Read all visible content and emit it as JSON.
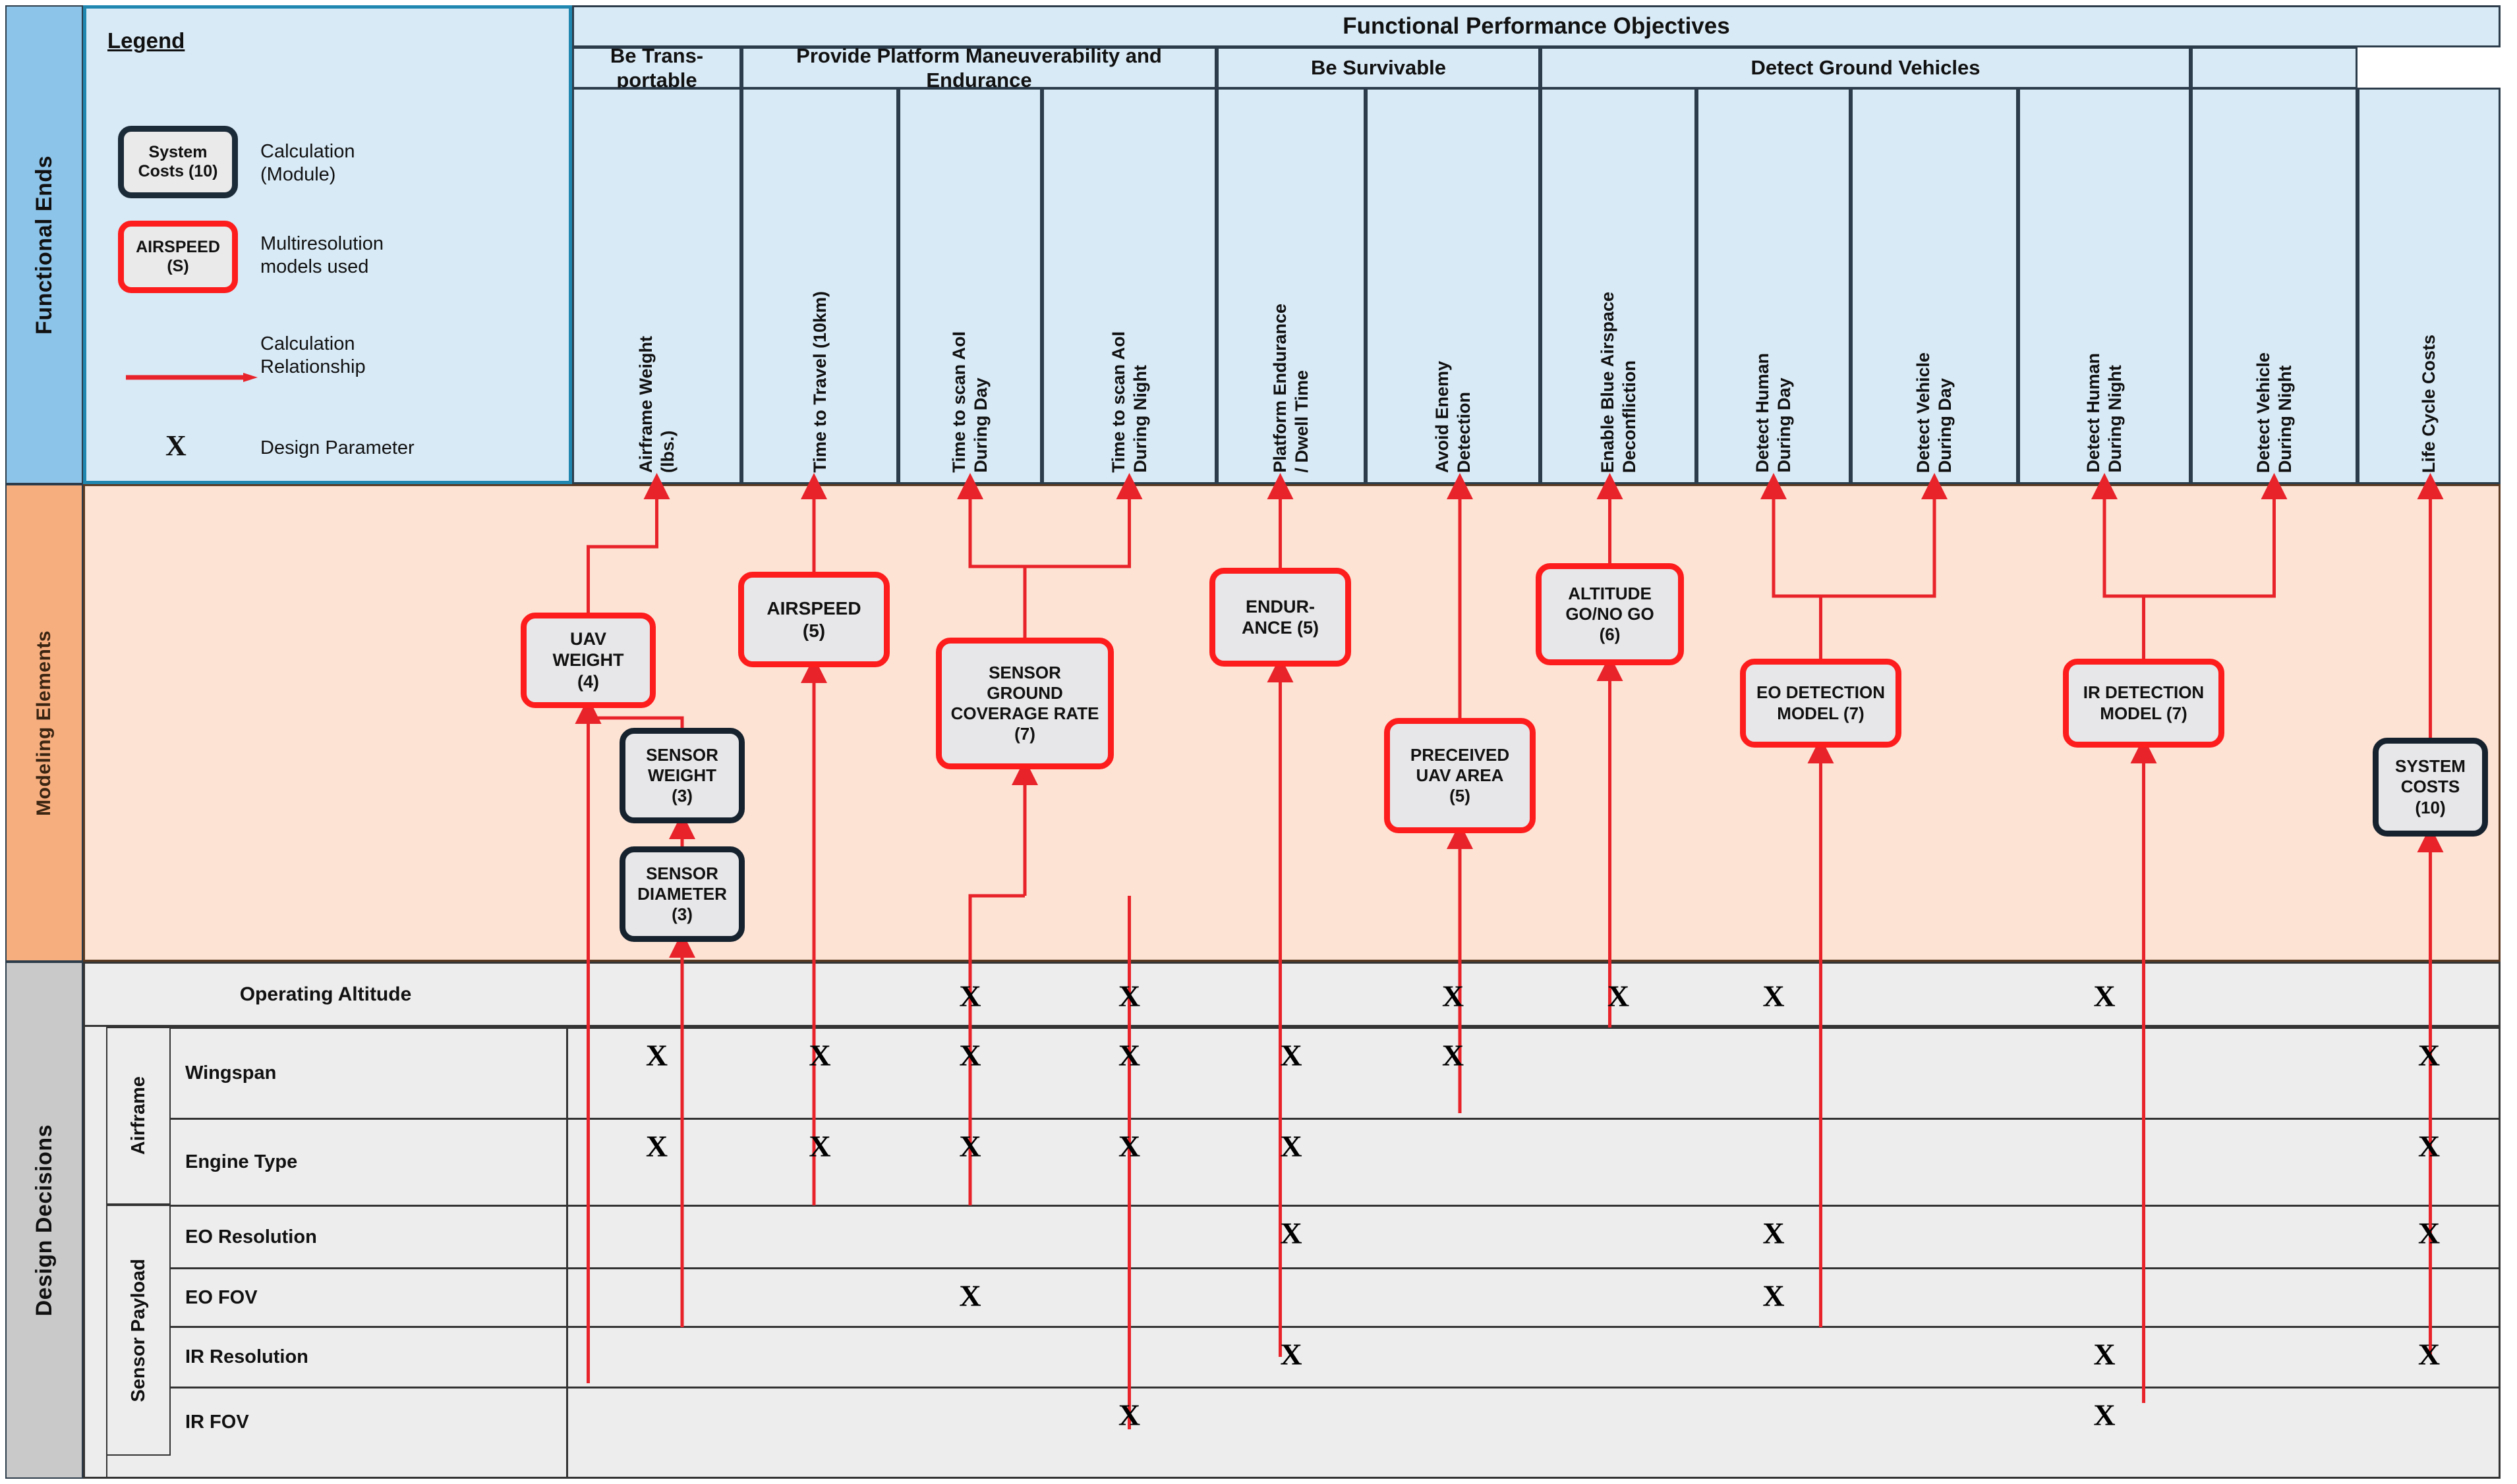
{
  "bands": {
    "functional_ends": "Functional Ends",
    "modeling_elements": "Modeling Elements",
    "design_decisions": "Design Decisions"
  },
  "legend": {
    "title": "Legend",
    "module_box": "System\nCosts (10)",
    "module_label": "Calculation\n(Module)",
    "multires_box": "AIRSPEED\n(S)",
    "multires_label": "Multiresolution\nmodels used",
    "arrow_label": "Calculation\nRelationship",
    "param_symbol": "X",
    "param_label": "Design Parameter"
  },
  "header": {
    "title": "Functional Performance Objectives",
    "groups": [
      {
        "label": "Be Trans-\nportable",
        "span": 1
      },
      {
        "label": "Provide Platform Maneuverability and\nEndurance",
        "span": 3
      },
      {
        "label": "Be Survivable",
        "span": 2
      },
      {
        "label": "Detect Ground Vehicles",
        "span": 4
      },
      {
        "label": "",
        "span": 1
      }
    ],
    "columns": [
      "Airframe Weight\n(lbs.)",
      "Time to Travel (10km)",
      "Time to scan AoI\nDuring Day",
      "Time to scan AoI\nDuring Night",
      "Platform Endurance\n/ Dwell Time",
      "Avoid Enemy\nDetection",
      "Enable Blue Airspace\nDeconfliction",
      "Detect Human\nDuring Day",
      "Detect Vehicle\nDuring Day",
      "Detect Human\nDuring Night",
      "Detect Vehicle\nDuring Night",
      "Life Cycle Costs"
    ]
  },
  "modeling_elements": [
    {
      "label": "UAV\nWEIGHT\n(4)",
      "kind": "multiresolution"
    },
    {
      "label": "SENSOR\nWEIGHT\n(3)",
      "kind": "module"
    },
    {
      "label": "SENSOR\nDIAMETER\n(3)",
      "kind": "module"
    },
    {
      "label": "AIRSPEED\n(5)",
      "kind": "multiresolution"
    },
    {
      "label": "SENSOR\nGROUND\nCOVERAGE RATE\n(7)",
      "kind": "multiresolution"
    },
    {
      "label": "ENDUR-\nANCE (5)",
      "kind": "multiresolution"
    },
    {
      "label": "PRECEIVED\nUAV AREA\n(5)",
      "kind": "multiresolution"
    },
    {
      "label": "ALTITUDE\nGO/NO GO\n(6)",
      "kind": "multiresolution"
    },
    {
      "label": "EO DETECTION\nMODEL (7)",
      "kind": "multiresolution"
    },
    {
      "label": "IR DETECTION\nMODEL (7)",
      "kind": "multiresolution"
    },
    {
      "label": "SYSTEM\nCOSTS\n(10)",
      "kind": "module"
    }
  ],
  "design_decisions": {
    "top_row_label": "Operating Altitude",
    "groups": [
      {
        "label": "Airframe",
        "rows": [
          "Wingspan",
          "Engine Type"
        ]
      },
      {
        "label": "Sensor Payload",
        "rows": [
          "EO Resolution",
          "EO FOV",
          "IR Resolution",
          "IR FOV"
        ]
      }
    ],
    "row_order": [
      "Operating Altitude",
      "Wingspan",
      "Engine Type",
      "EO Resolution",
      "EO FOV",
      "IR Resolution",
      "IR FOV"
    ],
    "marker": "X",
    "matrix": [
      {
        "row": "Operating Altitude",
        "marks": [
          0,
          0,
          1,
          1,
          0,
          1,
          1,
          1,
          0,
          1,
          0,
          0
        ]
      },
      {
        "row": "Wingspan",
        "marks": [
          1,
          1,
          1,
          1,
          1,
          1,
          0,
          0,
          0,
          0,
          0,
          1
        ]
      },
      {
        "row": "Engine Type",
        "marks": [
          1,
          1,
          1,
          1,
          1,
          0,
          0,
          0,
          0,
          0,
          0,
          1
        ]
      },
      {
        "row": "EO Resolution",
        "marks": [
          0,
          0,
          0,
          0,
          1,
          0,
          0,
          1,
          0,
          0,
          0,
          1
        ]
      },
      {
        "row": "EO FOV",
        "marks": [
          0,
          0,
          1,
          0,
          0,
          0,
          0,
          1,
          0,
          0,
          0,
          0
        ]
      },
      {
        "row": "IR Resolution",
        "marks": [
          0,
          0,
          0,
          0,
          1,
          0,
          0,
          0,
          0,
          1,
          0,
          1
        ]
      },
      {
        "row": "IR FOV",
        "marks": [
          0,
          0,
          0,
          1,
          0,
          0,
          0,
          0,
          0,
          1,
          0,
          0
        ]
      }
    ]
  },
  "colors": {
    "multiresolution_border": "#FD1D1D",
    "module_border": "#16222E",
    "arrow": "#E8232A",
    "functional_ends_band": "#8CC3E8",
    "modeling_elements_band": "#F7AE7F",
    "design_decisions_band": "#C9C9C9",
    "header_fill": "#D8EAF6",
    "modeling_fill": "#FDE3D4",
    "matrix_fill": "#EDEDED"
  }
}
